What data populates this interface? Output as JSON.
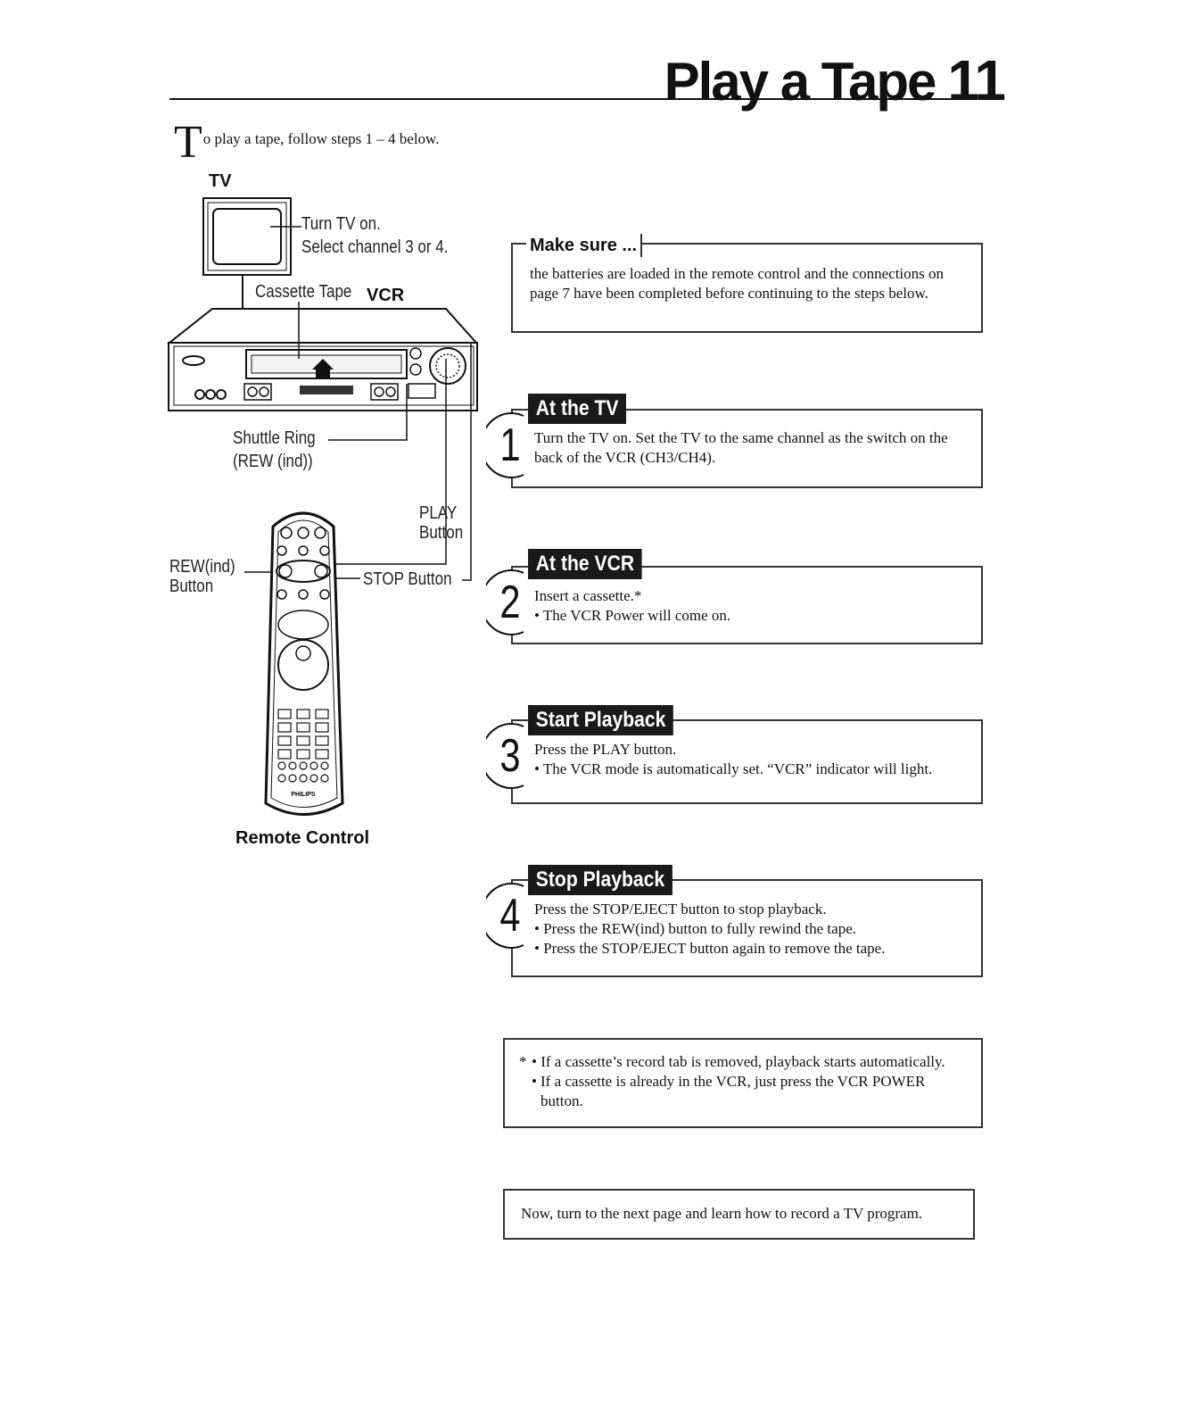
{
  "header": {
    "title": "Play a Tape",
    "page_number": "11"
  },
  "intro": {
    "dropcap": "T",
    "text": "o play a tape, follow steps 1 – 4 below."
  },
  "diagram": {
    "tv_label": "TV",
    "tv_callout_1": "Turn TV on.",
    "tv_callout_2": "Select channel 3 or 4.",
    "cassette_label": "Cassette Tape",
    "vcr_label": "VCR",
    "shuttle_label_1": "Shuttle Ring",
    "shuttle_label_2": "(REW (ind))",
    "play_label_1": "PLAY",
    "play_label_2": "Button",
    "rew_label_1": "REW(ind)",
    "rew_label_2": "Button",
    "stop_label": "STOP Button",
    "remote_brand": "PHILIPS",
    "remote_label": "Remote Control"
  },
  "make_sure": {
    "title": "Make sure ...",
    "text": "the batteries are loaded in the remote control and the connections on page 7 have been completed before continuing to the steps below."
  },
  "steps": [
    {
      "number": "1",
      "tag": "At the TV",
      "lines": [
        "Turn the TV on. Set the TV to the same channel as the switch on the back of the VCR (CH3/CH4)."
      ]
    },
    {
      "number": "2",
      "tag": "At the VCR",
      "lines": [
        "Insert a cassette.*",
        "The VCR Power will come on."
      ]
    },
    {
      "number": "3",
      "tag": "Start Playback",
      "lines": [
        "Press the PLAY button.",
        "The VCR mode is automatically set. “VCR” indicator will light."
      ]
    },
    {
      "number": "4",
      "tag": "Stop Playback",
      "lines": [
        "Press the STOP/EJECT button to stop playback.",
        "Press the REW(ind) button to fully rewind the tape.",
        "Press the STOP/EJECT button again to remove the tape."
      ]
    }
  ],
  "footnote": {
    "star": "*",
    "line1": "If a cassette’s record tab is removed, playback starts automatically.",
    "line2": "If a cassette is already in the VCR, just press the VCR POWER button."
  },
  "next": {
    "text": "Now, turn to the next page and learn how to record a TV program."
  }
}
